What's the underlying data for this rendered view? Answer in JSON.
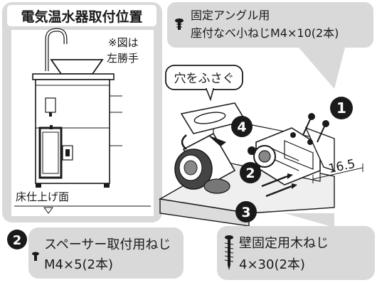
{
  "location_panel": {
    "title": "電気温水器取付位置",
    "note_line1": "※図は",
    "note_line2": "左勝手",
    "floor_label": "床仕上げ面"
  },
  "angle_screw": {
    "line1": "固定アングル用",
    "line2": "座付なべ小ねじM4×10(2本)"
  },
  "callout_hole": "穴をふさぐ",
  "dimension": "16.5",
  "step_numbers": [
    "1",
    "2",
    "3",
    "4"
  ],
  "spacer_screw": {
    "step": "2",
    "line1": "スペーサー取付用ねじ",
    "line2": "M4×5(2本)"
  },
  "wall_screw": {
    "line1": "壁固定用木ねじ",
    "line2": "4×30(2本)"
  },
  "colors": {
    "panel_bg": "#d9d9d9",
    "title_bg": "#ffffff",
    "ink": "#1a1a1a",
    "cabinet": "#ffffff"
  }
}
